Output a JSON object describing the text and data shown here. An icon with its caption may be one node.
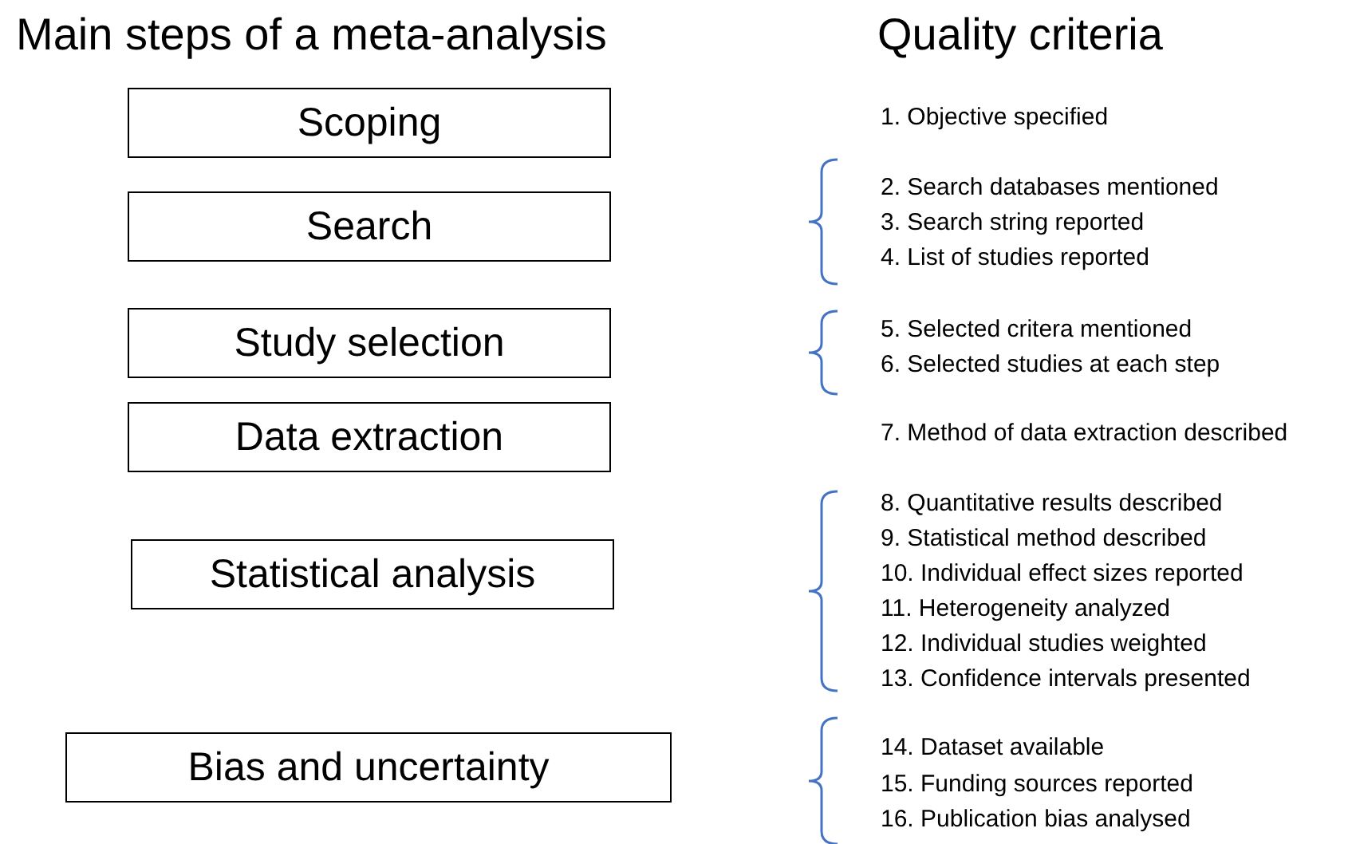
{
  "diagram": {
    "title": "Main steps of a meta-analysis",
    "nodes": [
      {
        "text": [
          "Scoping"
        ]
      },
      {
        "text": [
          "Search"
        ]
      },
      {
        "text": [
          "Study selection"
        ]
      },
      {
        "text": [
          "Data extraction"
        ]
      },
      {
        "text": [
          "Statistical analysis"
        ]
      },
      {
        "text": [
          "Bias and uncertainty"
        ]
      }
    ],
    "labels": [
      "Quality criteria",
      "1. Objective specified",
      "2. Search databases mentioned",
      "3. Search string reported",
      "4. List of studies reported",
      "5. Selected critera mentioned",
      "6. Selected studies at each step",
      "7. Method of data extraction described",
      "8. Quantitative results described",
      "9. Statistical method described",
      "10. Individual effect sizes reported",
      "11. Heterogeneity analyzed",
      "12. Individual studies weighted",
      "13. Confidence intervals presented",
      "14. Dataset available",
      "15. Funding sources reported",
      "16. Publication bias analysed"
    ]
  }
}
